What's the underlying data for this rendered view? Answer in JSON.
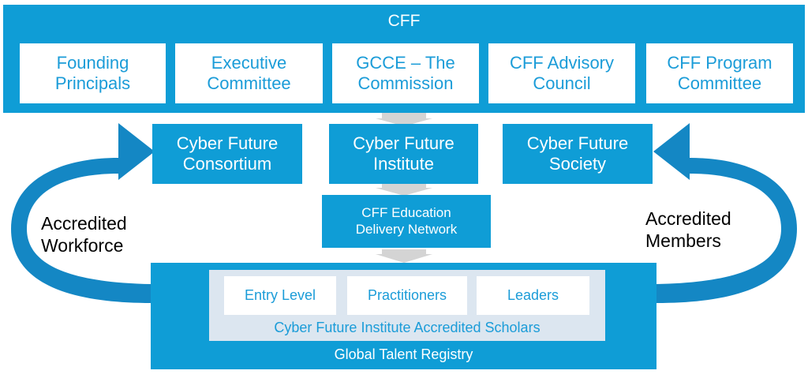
{
  "colors": {
    "primary_blue": "#0f9dd6",
    "arc_blue": "#1487c4",
    "card_white": "#ffffff",
    "card_text": "#1b9cd8",
    "scholars_panel": "#dce6f0",
    "arrow_gray": "#d4d4d4"
  },
  "top_bar": {
    "title": "CFF",
    "cards": [
      {
        "label": "Founding\nPrincipals"
      },
      {
        "label": "Executive\nCommittee"
      },
      {
        "label": "GCCE – The\nCommission"
      },
      {
        "label": "CFF Advisory\nCouncil"
      },
      {
        "label": "CFF Program\nCommittee"
      }
    ]
  },
  "middle": {
    "consortium": "Cyber Future\nConsortium",
    "institute": "Cyber Future\nInstitute",
    "society": "Cyber Future\nSociety",
    "education_network": "CFF Education\nDelivery Network"
  },
  "bottom": {
    "levels": [
      "Entry Level",
      "Practitioners",
      "Leaders"
    ],
    "scholars_caption": "Cyber Future Institute Accredited Scholars",
    "registry_caption": "Global Talent Registry"
  },
  "side_labels": {
    "left": "Accredited\nWorkforce",
    "right": "Accredited\nMembers"
  }
}
